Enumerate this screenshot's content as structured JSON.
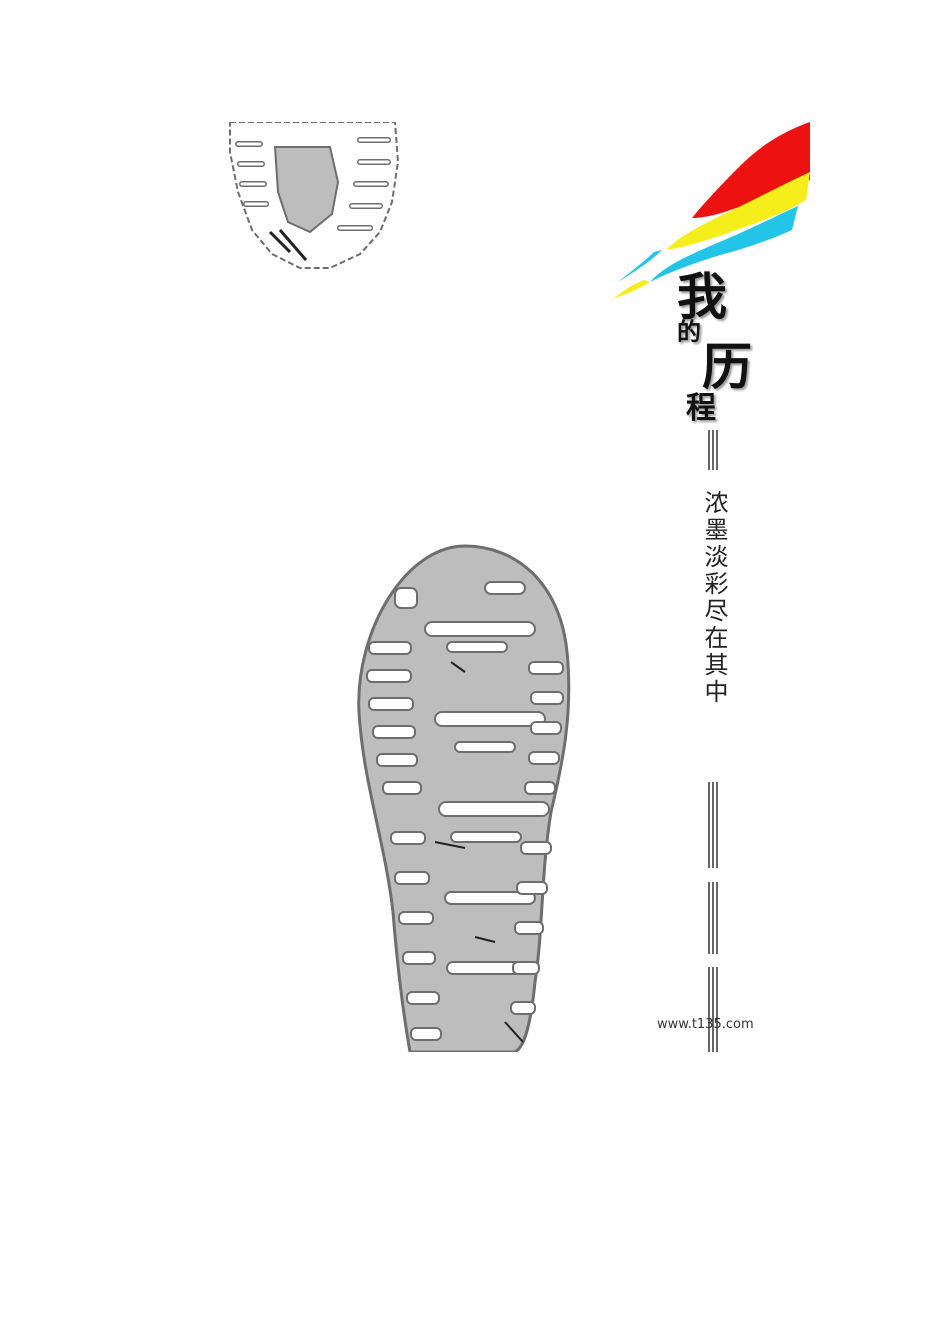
{
  "cover": {
    "title_chars": [
      "我",
      "的",
      "历",
      "程"
    ],
    "subtitle": "浓墨淡彩尽在其中",
    "website": "www.t135.com"
  },
  "colors": {
    "paint_red": "#ee1111",
    "paint_yellow": "#f5ee1a",
    "paint_cyan": "#22c4e8",
    "footprint_fill": "#bdbdbd",
    "footprint_outline": "#6e6e6e"
  }
}
